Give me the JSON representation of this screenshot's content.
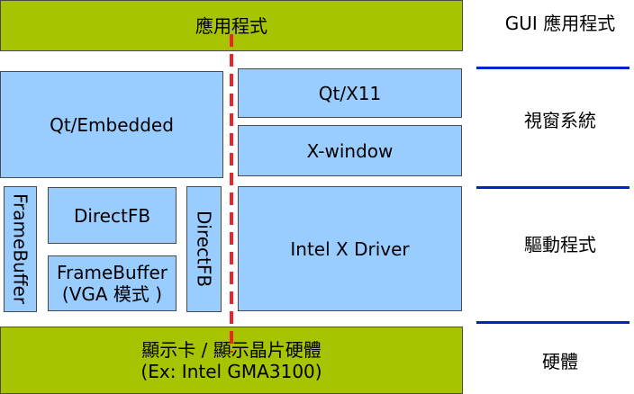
{
  "layers": {
    "app": "應用程式",
    "qt_embedded": "Qt/Embedded",
    "qt_x11": "Qt/X11",
    "x_window": "X-window",
    "framebuffer_vertical": "FrameBuffer",
    "directfb": "DirectFB",
    "framebuffer_vga_line1": "FrameBuffer",
    "framebuffer_vga_line2": "(VGA 模式 )",
    "directfb_vertical": "DirectFB",
    "intel_x_driver": "Intel X Driver",
    "hardware_line1": "顯示卡 / 顯示晶片硬體",
    "hardware_line2": "(Ex: Intel GMA3100)"
  },
  "side_labels": {
    "gui_app": "GUI 應用程式",
    "window_system": "視窗系統",
    "driver": "驅動程式",
    "hardware": "硬體"
  },
  "colors": {
    "green": "#a8c400",
    "blue": "#99ccff",
    "red_dash": "#e8262a",
    "separator": "#0022cc"
  }
}
